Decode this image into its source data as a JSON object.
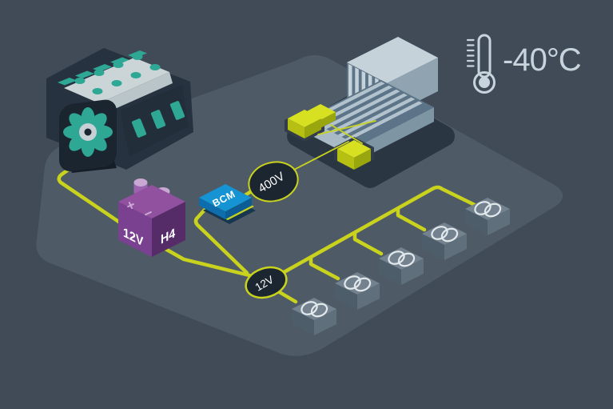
{
  "temperature": {
    "value": "-40°C",
    "icon": "thermometer-icon"
  },
  "battery": {
    "voltage": "12V",
    "type": "H4",
    "plus": "+",
    "minus": "−"
  },
  "bcm": {
    "label": "BCM"
  },
  "nodes": {
    "high_voltage": "400V",
    "low_voltage": "12V"
  },
  "loads": {
    "count": 5,
    "icon": "overlapping-rings-icon"
  },
  "colors": {
    "background": "#404b57",
    "platform": "#4e5b67",
    "wire": "#c9d31e",
    "battery_purple": "#7a4190",
    "bcm_blue": "#1593d2",
    "fan_teal": "#2ea795",
    "node_fill": "#1c2630",
    "load_box_top": "#73828e",
    "heatsink_light": "#b3c3ce",
    "connector_yellow": "#d8e022",
    "temperature_text": "#c8d4dc",
    "label_text": "#ffffff"
  }
}
